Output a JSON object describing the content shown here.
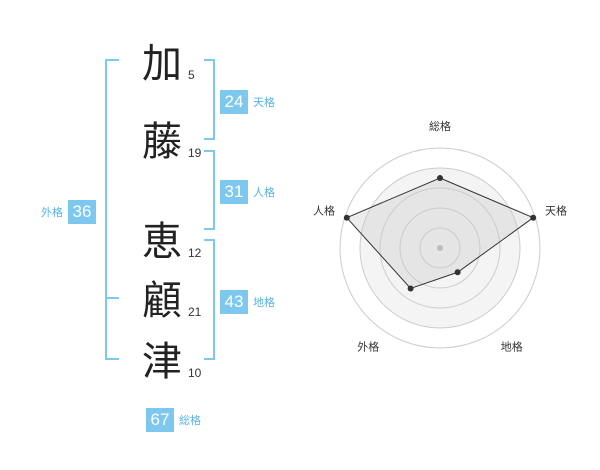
{
  "characters": [
    {
      "char": "加",
      "strokes": "5"
    },
    {
      "char": "藤",
      "strokes": "19"
    },
    {
      "char": "恵",
      "strokes": "12"
    },
    {
      "char": "顧",
      "strokes": "21"
    },
    {
      "char": "津",
      "strokes": "10"
    }
  ],
  "fortunes": {
    "tenkaku": {
      "value": "24",
      "label": "天格"
    },
    "jinkaku": {
      "value": "31",
      "label": "人格"
    },
    "chikaku": {
      "value": "43",
      "label": "地格"
    },
    "gaikaku": {
      "value": "36",
      "label": "外格"
    },
    "soukaku": {
      "value": "67",
      "label": "総格"
    }
  },
  "colors": {
    "accent": "#7ec8f0",
    "bracket": "#7ec8f0",
    "label": "#5ab2e3"
  },
  "chart_data": {
    "type": "radar",
    "axes": [
      "総格",
      "天格",
      "地格",
      "外格",
      "人格"
    ],
    "values": [
      0.7,
      0.98,
      0.3,
      0.5,
      0.98
    ],
    "rings": 5
  }
}
